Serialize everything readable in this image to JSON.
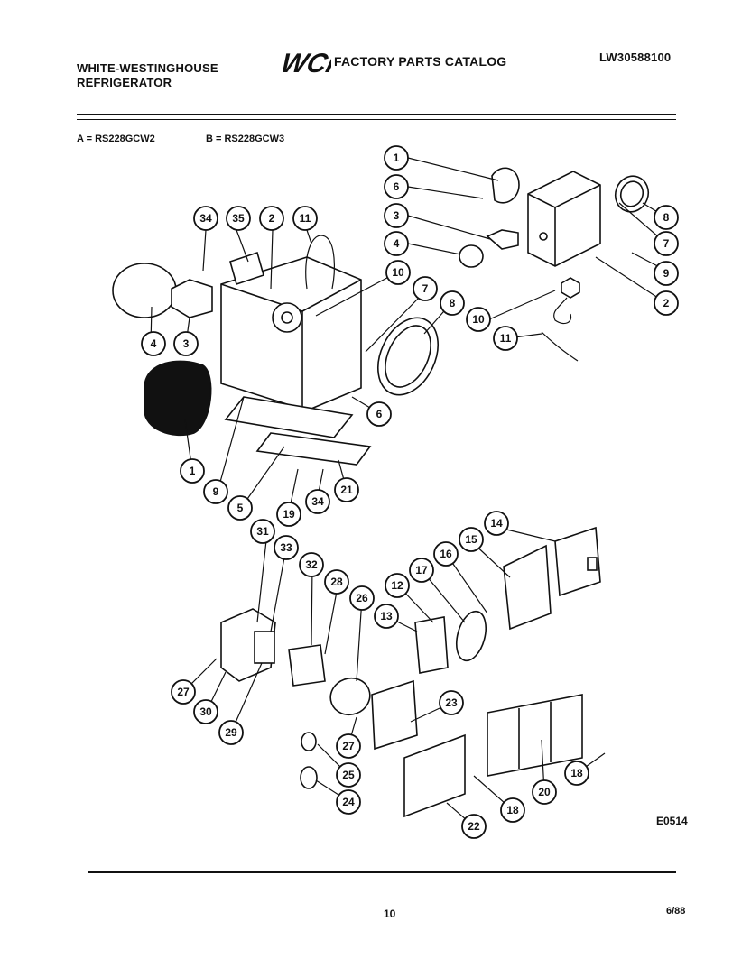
{
  "header": {
    "brand_line1": "WHITE-WESTINGHOUSE",
    "brand_line2": "REFRIGERATOR",
    "logo_text": "WCI",
    "catalog_title": "FACTORY PARTS CATALOG",
    "catalog_number": "LW30588100"
  },
  "models": {
    "a": "A = RS228GCW2",
    "b": "B = RS228GCW3"
  },
  "callouts": [
    "1",
    "6",
    "3",
    "4",
    "8",
    "7",
    "9",
    "2",
    "10",
    "11",
    "34",
    "35",
    "2",
    "11",
    "10",
    "7",
    "8",
    "4",
    "3",
    "6",
    "1",
    "9",
    "5",
    "19",
    "34",
    "21",
    "31",
    "33",
    "32",
    "28",
    "26",
    "14",
    "15",
    "16",
    "17",
    "12",
    "13",
    "27",
    "30",
    "29",
    "27",
    "23",
    "25",
    "24",
    "22",
    "18",
    "20",
    "18"
  ],
  "footer": {
    "figure_code": "E0514",
    "page_number": "10",
    "date": "6/88"
  }
}
